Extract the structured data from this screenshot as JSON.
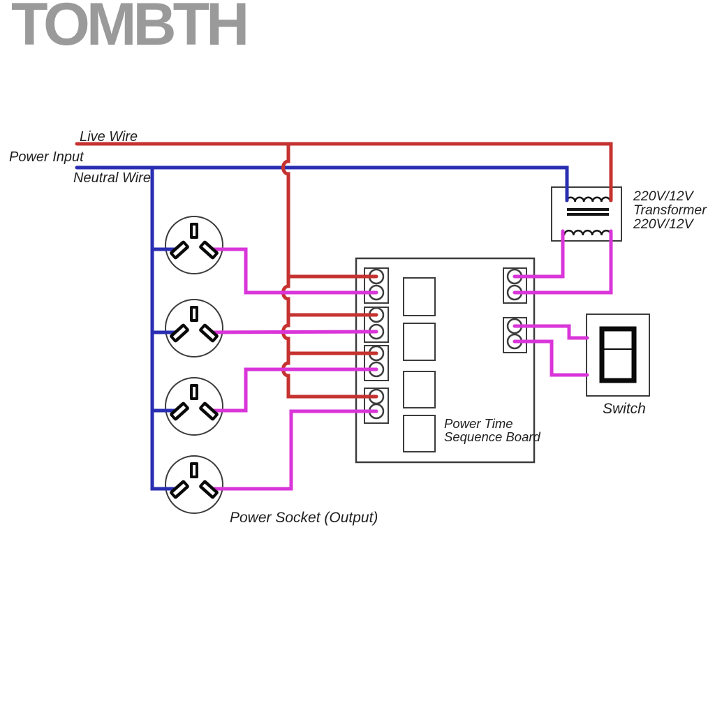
{
  "logo": {
    "text": "TOMBTH",
    "color": "#9a9a9a"
  },
  "colors": {
    "live": "#c53230",
    "neutral": "#2a2eb2",
    "magenta": "#d935d9",
    "outline": "#3c3c3c",
    "text": "#1f1f1f"
  },
  "labels": {
    "live_wire": "Live Wire",
    "power_input": "Power Input",
    "neutral_wire": "Neutral Wire",
    "transformer": [
      "220V/12V",
      "Transformer",
      "220V/12V"
    ],
    "board": [
      "Power Time",
      "Sequence Board"
    ],
    "switch": "Switch",
    "sockets": "Power Socket (Output)"
  },
  "diagram": {
    "socket_count": 4,
    "relay_count": 4,
    "left_terminal_blocks": 4,
    "right_terminal_blocks": 2
  }
}
